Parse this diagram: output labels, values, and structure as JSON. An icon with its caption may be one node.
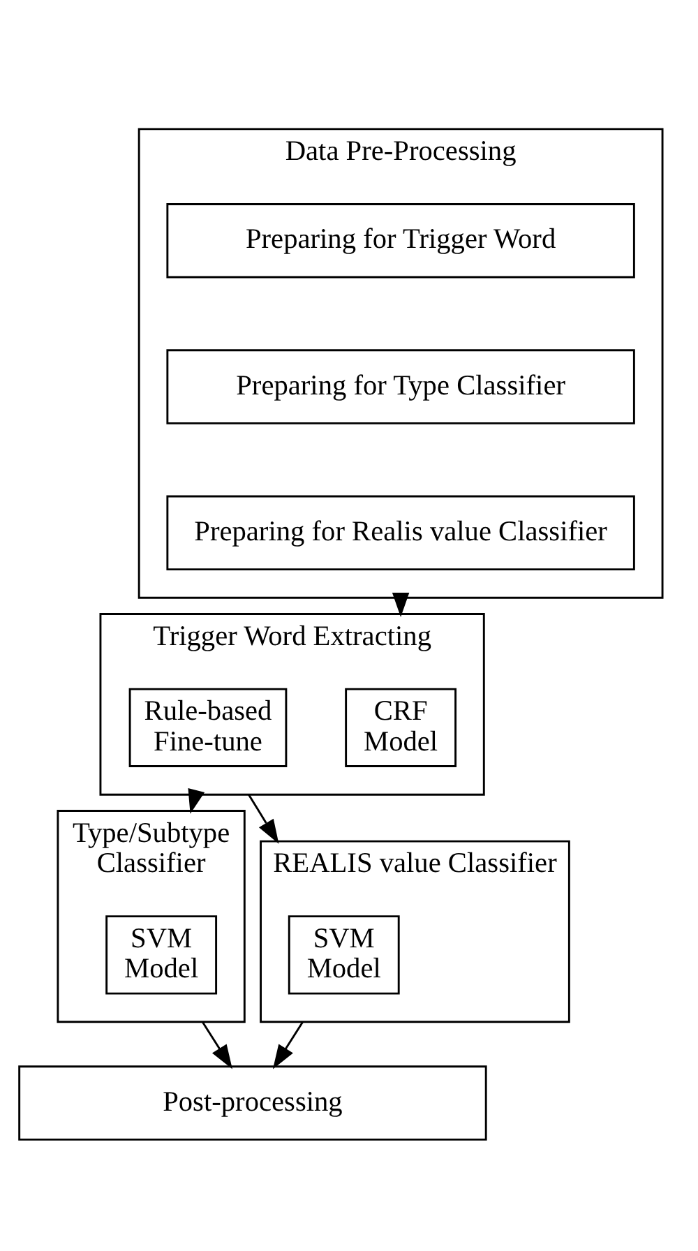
{
  "diagram": {
    "nodes": [
      {
        "text": [
          "Data Pre-Processing"
        ]
      },
      {
        "text": [
          "Preparing for Trigger Word"
        ],
        "in": 0
      },
      {
        "text": [
          "Preparing for Type Classifier"
        ],
        "in": 0
      },
      {
        "text": [
          "Preparing for Realis value Classifier"
        ],
        "in": 0
      },
      {
        "text": [
          "Trigger Word Extracting"
        ]
      },
      {
        "text": [
          "CRF Model"
        ],
        "in": 4
      },
      {
        "text": [
          "Rule-based Fine-tune"
        ],
        "in": 4
      },
      {
        "text": [
          "Type/Subtype Classifier"
        ]
      },
      {
        "text": [
          "SVM Model"
        ],
        "in": 7
      },
      {
        "text": [
          "REALIS value Classifier"
        ]
      },
      {
        "text": [
          "SVM Model"
        ],
        "in": 9
      },
      {
        "text": [
          "Post-processing"
        ]
      }
    ],
    "edges": [
      {
        "from": 0,
        "to": 4,
        "arrow": "to"
      },
      {
        "from": 4,
        "to": 7,
        "arrow": "to"
      },
      {
        "from": 4,
        "to": 9,
        "arrow": "to"
      },
      {
        "from": 7,
        "to": 11,
        "arrow": "to"
      },
      {
        "from": 9,
        "to": 11,
        "arrow": "to"
      }
    ]
  }
}
